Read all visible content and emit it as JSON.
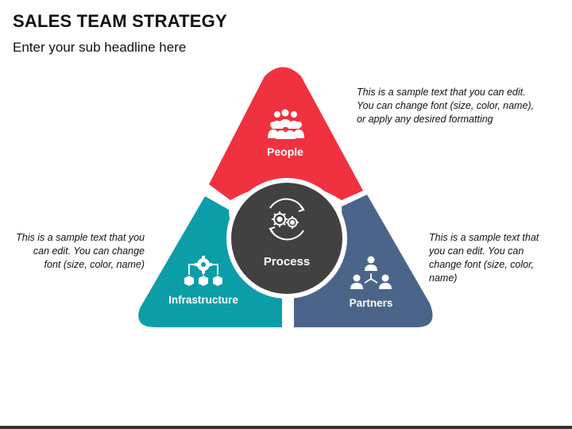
{
  "header": {
    "title": "SALES TEAM STRATEGY",
    "subtitle": "Enter your sub headline here"
  },
  "segments": {
    "top": {
      "label": "People",
      "color": "#f0313f",
      "icon": "people-group-icon"
    },
    "left": {
      "label": "Infrastructure",
      "color": "#0b9ea8",
      "icon": "network-gear-icon"
    },
    "right": {
      "label": "Partners",
      "color": "#4a6589",
      "icon": "partners-hierarchy-icon"
    },
    "center": {
      "label": "Process",
      "color": "#414141",
      "icon": "gear-cycle-icon"
    }
  },
  "notes": {
    "top": "This is a sample text that you can edit. You can change font (size, color, name), or apply any desired formatting",
    "left": "This is a sample text that you can edit. You can change font (size, color, name)",
    "right": "This is a sample text that you can edit. You can change font (size, color, name)"
  }
}
